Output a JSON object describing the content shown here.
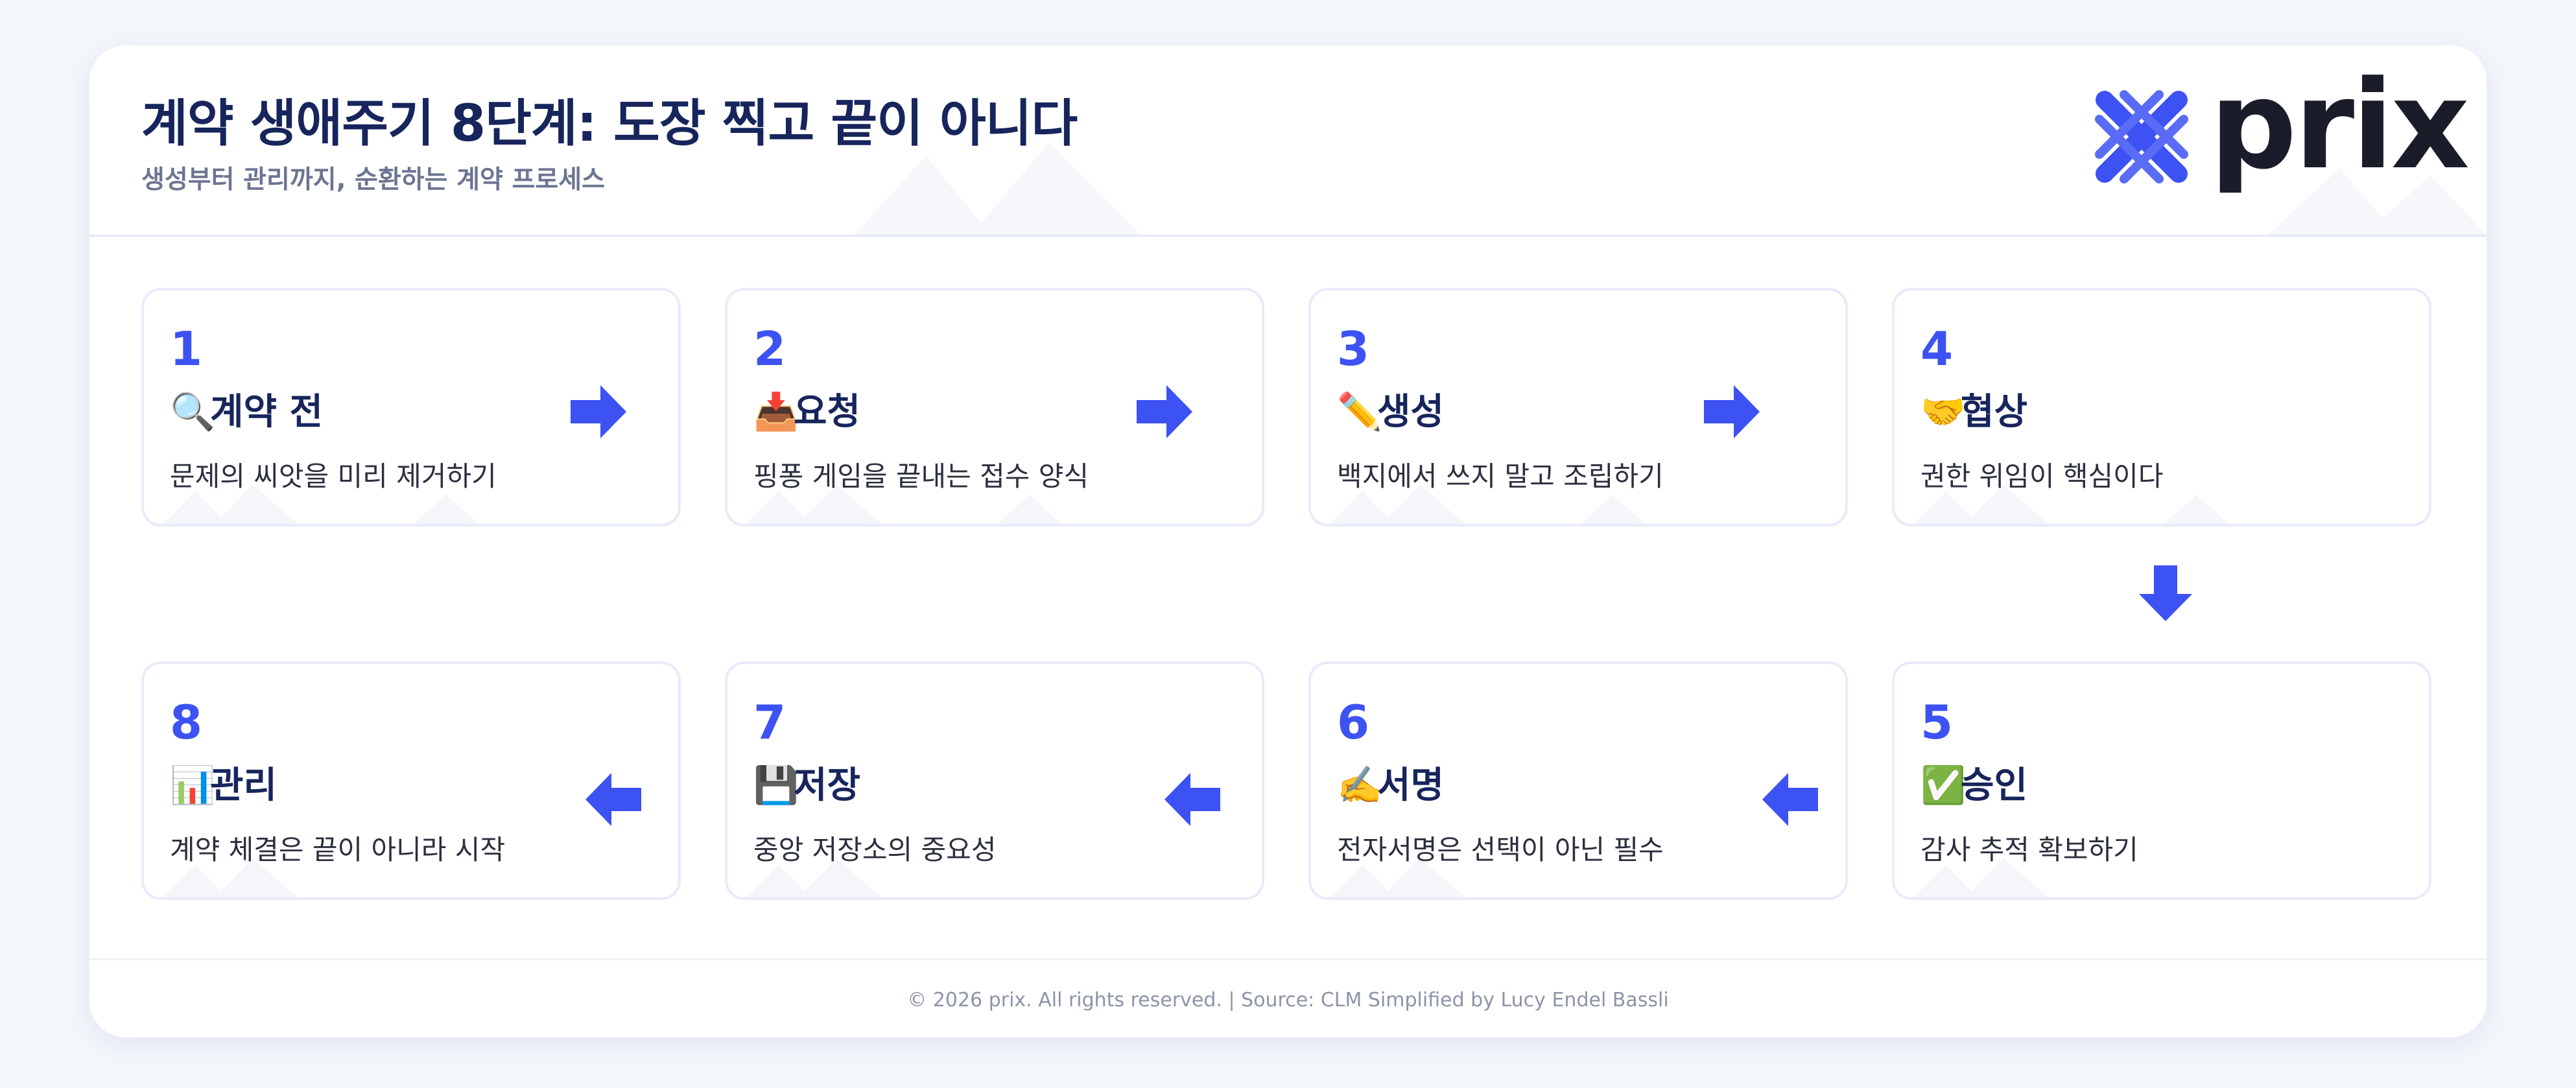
{
  "header": {
    "title": "계약 생애주기 8단계: 도장 찍고 끝이 아니다",
    "subtitle": "생성부터 관리까지, 순환하는 계약 프로세스",
    "logo_text": "prix"
  },
  "steps": [
    {
      "num": "1",
      "icon": "🔍",
      "icon_name": "magnifier-icon",
      "title": "계약 전",
      "desc": "문제의 씨앗을 미리 제거하기"
    },
    {
      "num": "2",
      "icon": "📥",
      "icon_name": "inbox-tray-icon",
      "title": "요청",
      "desc": "핑퐁 게임을 끝내는 접수 양식"
    },
    {
      "num": "3",
      "icon": "✏️",
      "icon_name": "pencil-icon",
      "title": "생성",
      "desc": "백지에서 쓰지 말고 조립하기"
    },
    {
      "num": "4",
      "icon": "🤝",
      "icon_name": "handshake-icon",
      "title": "협상",
      "desc": "권한 위임이 핵심이다"
    },
    {
      "num": "5",
      "icon": "✅",
      "icon_name": "check-mark-icon",
      "title": "승인",
      "desc": "감사 추적 확보하기"
    },
    {
      "num": "6",
      "icon": "✍️",
      "icon_name": "writing-hand-icon",
      "title": "서명",
      "desc": "전자서명은 선택이 아닌 필수"
    },
    {
      "num": "7",
      "icon": "💾",
      "icon_name": "floppy-disk-icon",
      "title": "저장",
      "desc": "중앙 저장소의 중요성"
    },
    {
      "num": "8",
      "icon": "📊",
      "icon_name": "bar-chart-icon",
      "title": "관리",
      "desc": "계약 체결은 끝이 아니라 시작"
    }
  ],
  "colors": {
    "accent": "#3d52f2",
    "title": "#17255c",
    "text": "#2b2f3e",
    "muted": "#8d94a8"
  },
  "footer": {
    "text": "© 2026 prix. All rights reserved. | Source: CLM Simplified by Lucy Endel Bassli"
  }
}
